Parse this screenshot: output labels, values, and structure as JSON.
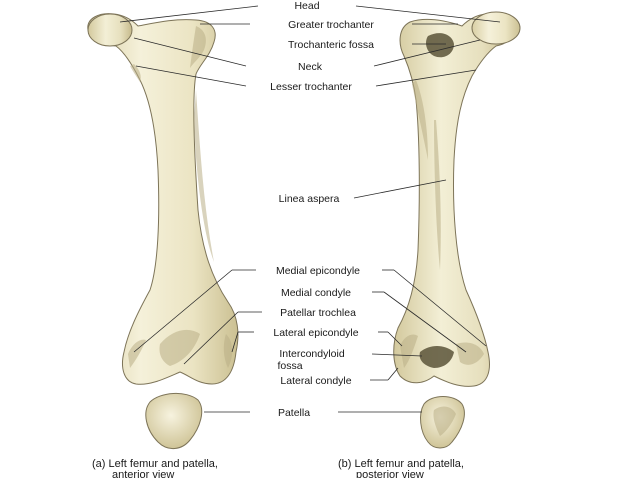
{
  "labels": {
    "head": "Head",
    "greater_trochanter": "Greater trochanter",
    "trochanteric_fossa": "Trochanteric fossa",
    "neck": "Neck",
    "lesser_trochanter": "Lesser trochanter",
    "linea_aspera": "Linea aspera",
    "medial_epicondyle": "Medial epicondyle",
    "medial_condyle": "Medial condyle",
    "patellar_trochlea": "Patellar trochlea",
    "lateral_epicondyle": "Lateral epicondyle",
    "intercondyloid_line1": "Intercondyloid",
    "intercondyloid_line2": "fossa",
    "lateral_condyle": "Lateral condyle",
    "patella": "Patella"
  },
  "captions": {
    "anterior_line1": "(a) Left femur and patella,",
    "anterior_line2": "anterior view",
    "posterior_line1": "(b) Left femur and patella,",
    "posterior_line2": "posterior view"
  },
  "colors": {
    "bone_light": "#f3efd6",
    "bone_mid": "#e4dcb6",
    "bone_edge": "#c9be92",
    "leader_line": "#2a2a2a"
  }
}
